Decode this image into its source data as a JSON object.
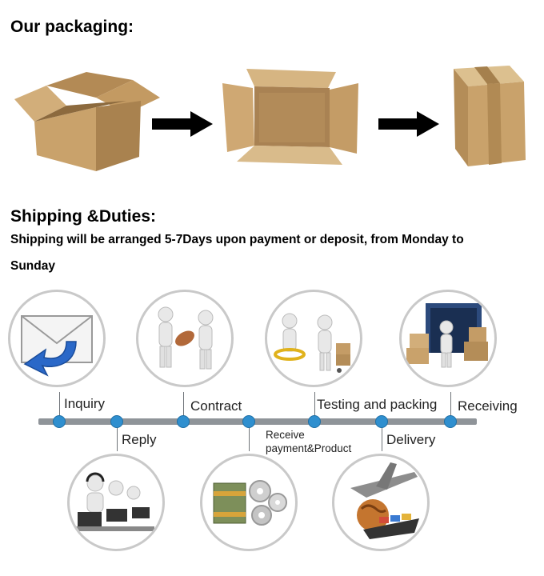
{
  "packaging": {
    "heading": "Our packaging:"
  },
  "shipping": {
    "heading": "Shipping &Duties:",
    "line1": "Shipping will be arranged 5-7Days upon payment or deposit, from Monday to",
    "line2": "Sunday"
  },
  "process": {
    "steps": [
      {
        "label": "Inquiry"
      },
      {
        "label": "Reply"
      },
      {
        "label": "Contract"
      },
      {
        "label_line1": "Receive",
        "label_line2": "payment&Product"
      },
      {
        "label": "Testing and packing"
      },
      {
        "label": "Delivery"
      },
      {
        "label": "Receiving"
      }
    ]
  },
  "colors": {
    "cardboard": "#c9a26b",
    "cardboard_dark": "#a9824f",
    "timeline_dot": "#2f8fcf",
    "timeline_bar": "#8f9499"
  }
}
